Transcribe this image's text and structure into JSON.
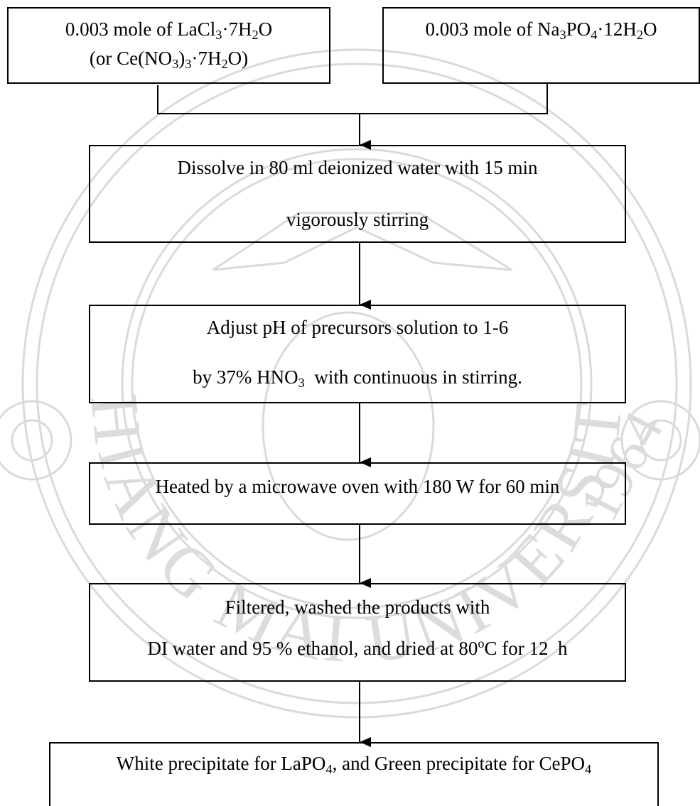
{
  "watermark": {
    "text": "CHIANG MAI UNIVERSITY",
    "year": "1964",
    "color": "#d9d9d9"
  },
  "inputs": {
    "left": {
      "amount": "0.003 mole of LaCl",
      "sub1": "3",
      "mid1": "·7H",
      "sub2": "2",
      "end1": "O",
      "alt_open": "(or Ce(NO",
      "sub3": "3",
      "alt_mid": ")",
      "sub4": "3",
      "alt_mid2": "·7H",
      "sub5": "2",
      "alt_end": "O)"
    },
    "right": {
      "amount": "0.003 mole of Na",
      "sub1": "3",
      "mid1": "PO",
      "sub2": "4",
      "mid2": "·12H",
      "sub3": "2",
      "end": "O"
    }
  },
  "steps": {
    "dissolve": {
      "line1": "Dissolve in 80 ml deionized water with 15 min",
      "line2": "vigorously stirring"
    },
    "adjust": {
      "line1": "Adjust pH of precursors solution to 1-6",
      "line2_a": "by 37% HNO",
      "line2_sub": "3",
      "line2_b": "  with continuous in stirring."
    },
    "heat": {
      "line1": "Heated by a microwave oven with 180 W for 60 min"
    },
    "filter": {
      "line1": "Filtered, washed the products with",
      "line2_a": "DI water and 95 % ethanol, and dried at 80",
      "line2_sup": "o",
      "line2_b": "C for 12  h"
    },
    "result": {
      "line1_a": "White precipitate for LaPO",
      "line1_sub": "4",
      "line1_b": ", and Green precipitate for CePO",
      "line1_sub2": "4"
    }
  }
}
